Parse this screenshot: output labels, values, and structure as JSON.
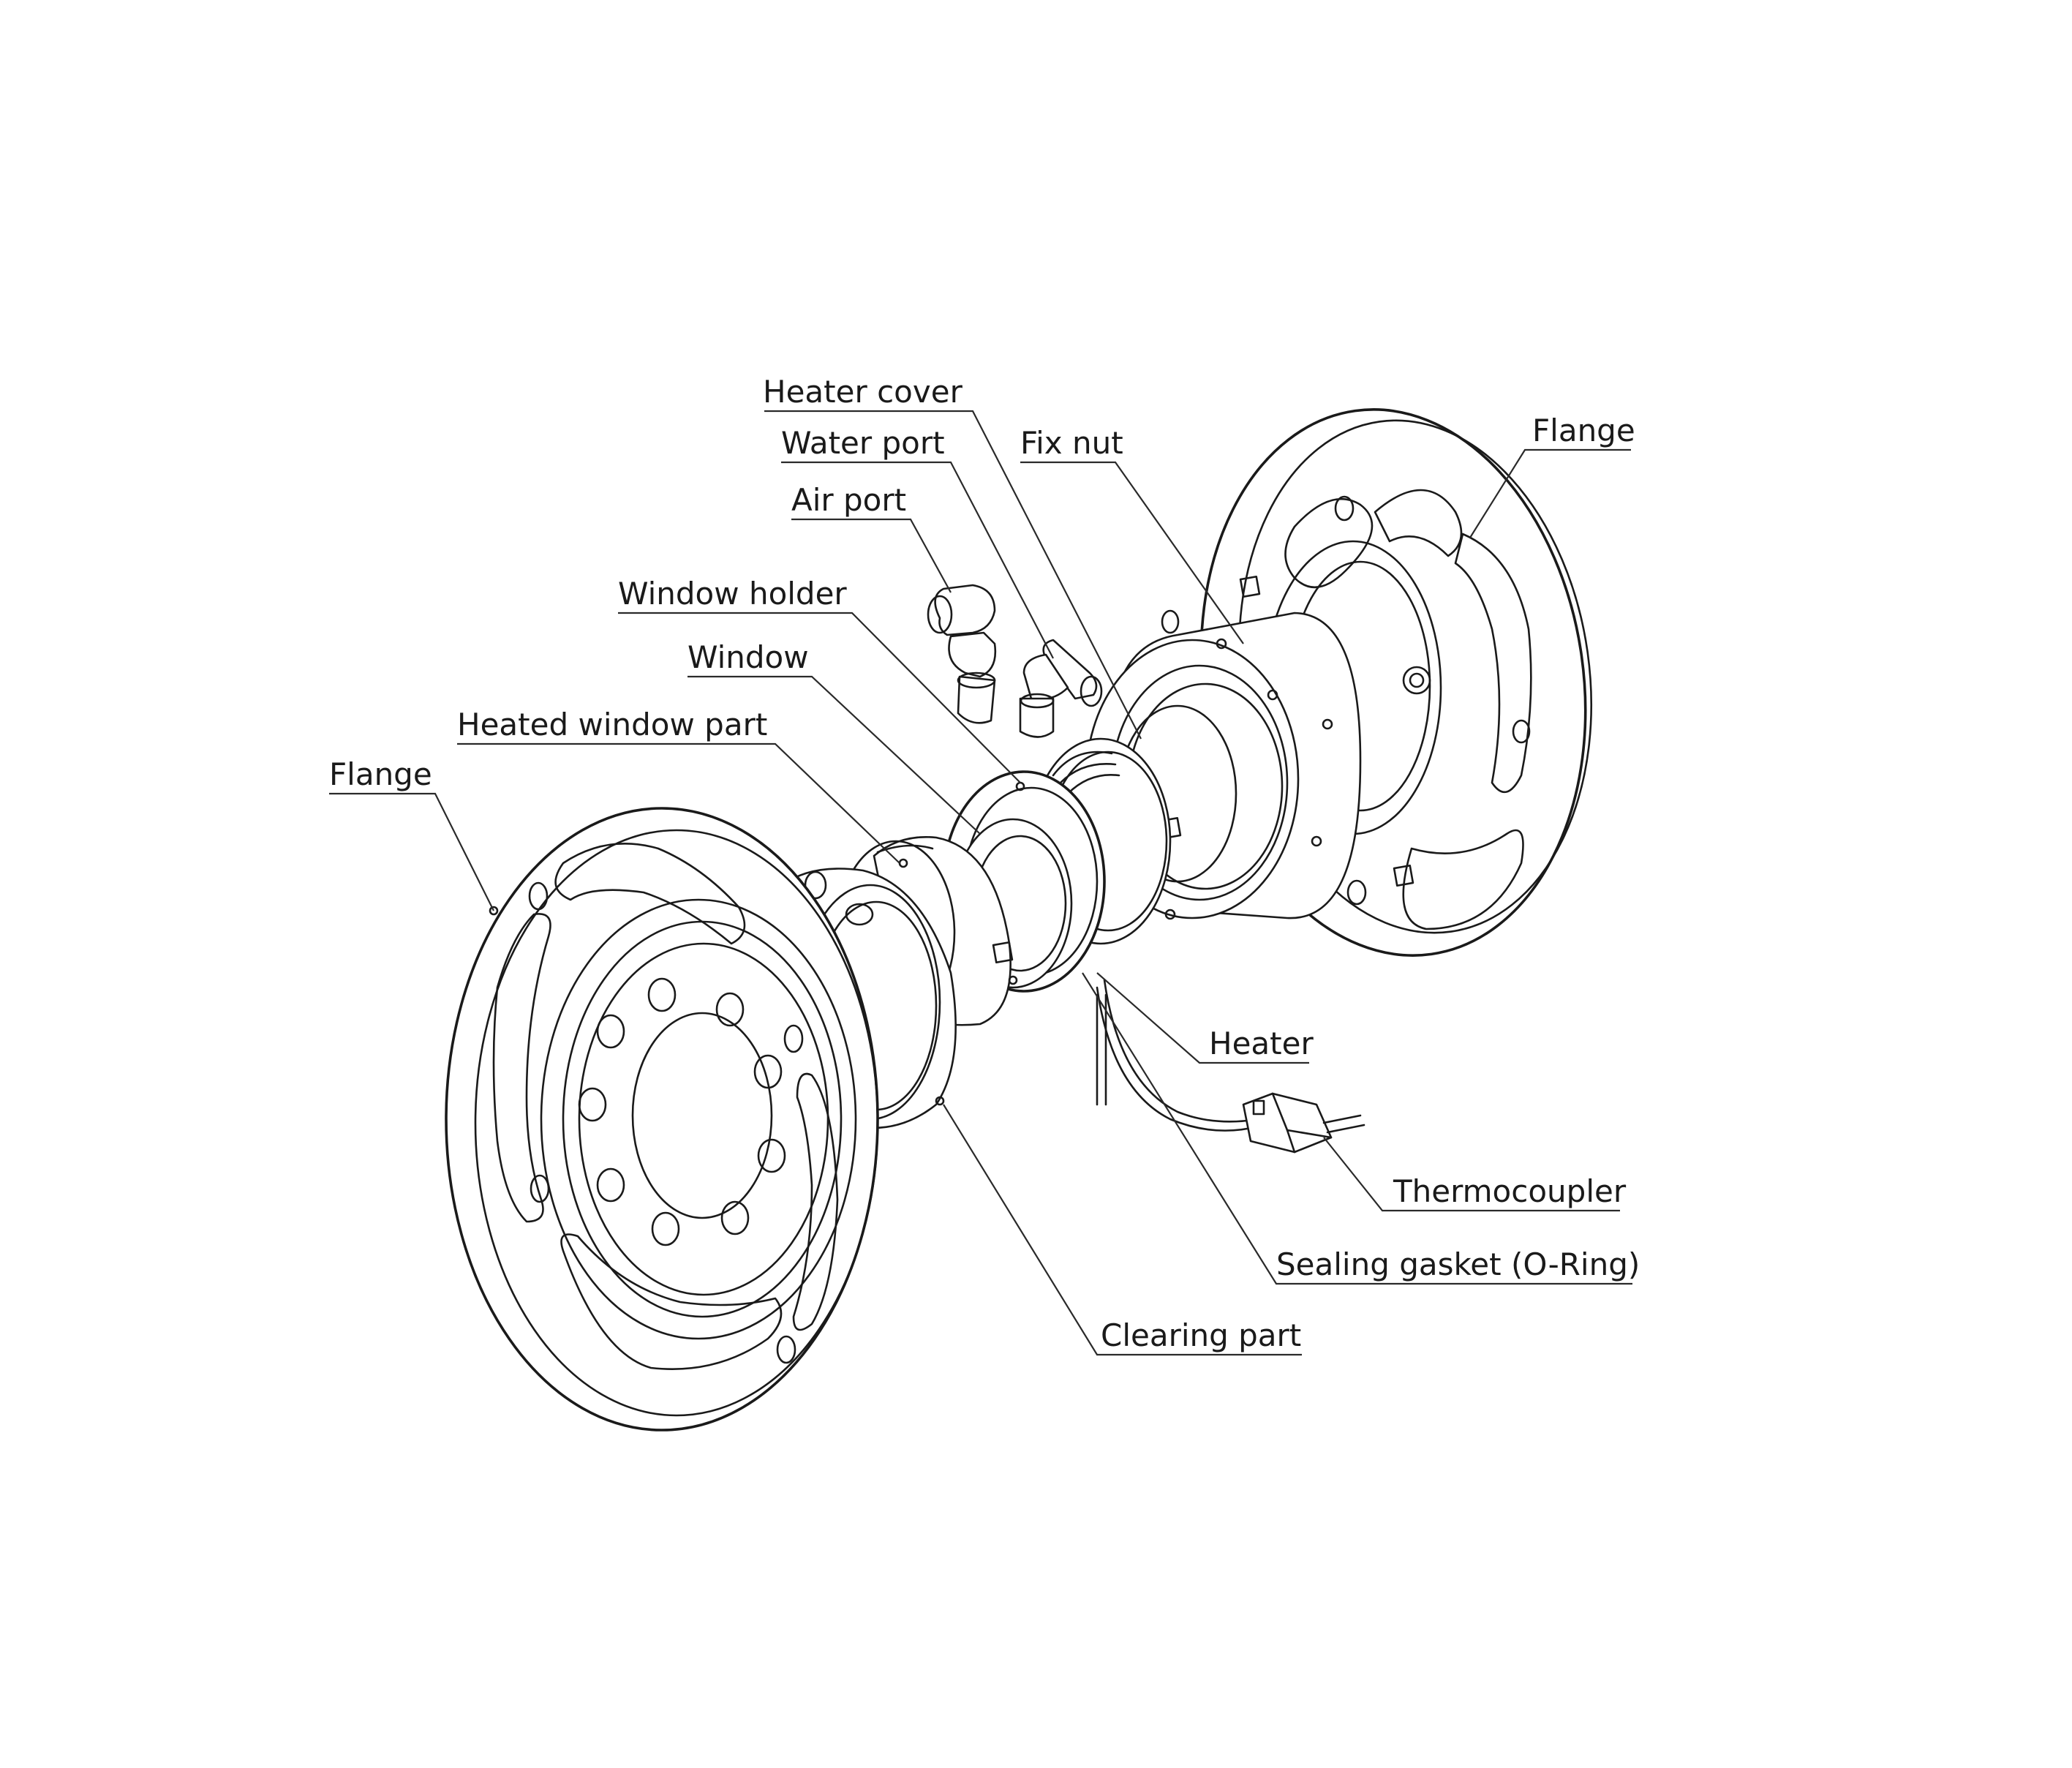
{
  "labels": {
    "heater_cover": "Heater cover",
    "water_port": "Water port",
    "fix_nut": "Fix nut",
    "flange_right": "Flange",
    "air_port": "Air port",
    "window_holder": "Window holder",
    "window": "Window",
    "heated_window_part": "Heated window part",
    "flange_left": "Flange",
    "heater": "Heater",
    "thermocoupler": "Thermocoupler",
    "sealing_gasket": "Sealing gasket (O-Ring)",
    "clearing_part": "Clearing part"
  },
  "colors": {
    "line": "#1a1a1a",
    "background": "#ffffff"
  }
}
